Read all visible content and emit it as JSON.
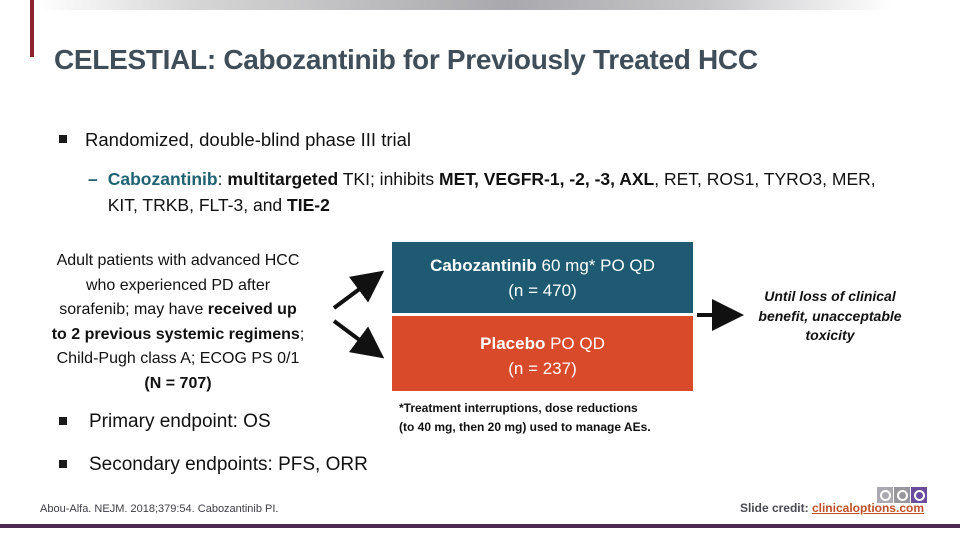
{
  "slide": {
    "title": "CELESTIAL: Cabozantinib for Previously Treated HCC",
    "bullet_design": "Randomized, double-blind phase III trial",
    "sub_bullet": {
      "dash": "–",
      "drug": "Cabozantinib",
      "colon": ": ",
      "bold1": "multitargeted",
      "reg1": " TKI; inhibits ",
      "bold2": "MET, VEGFR-1, -2, -3, AXL",
      "reg2": ", RET, ROS1, TYRO3, MER, KIT, TRKB, FLT-3, and ",
      "bold3": "TIE-2"
    },
    "patient_box": {
      "l1": "Adult patients with advanced HCC",
      "l2": "who experienced PD after",
      "l3_reg": "sorafenib; may have ",
      "l3_bold": "received up",
      "l4_bold": "to 2 previous systemic regimens",
      "l4_reg": ";",
      "l5": "Child-Pugh class A; ECOG PS 0/1",
      "l6": "(N = 707)"
    },
    "arms": {
      "cabozantinib": {
        "name": "Cabozantinib",
        "rest": " 60 mg* PO QD",
        "n": "(n = 470)",
        "color": "#1e5b73"
      },
      "placebo": {
        "name": "Placebo",
        "rest": " PO QD",
        "n": "(n = 237)",
        "color": "#d94a2b"
      }
    },
    "outcome_note": {
      "l1": "Until loss of clinical",
      "l2": "benefit, unacceptable",
      "l3": "toxicity"
    },
    "footnote": {
      "l1": "*Treatment interruptions, dose reductions",
      "l2": "(to 40 mg, then 20 mg) used to manage AEs."
    },
    "bullet_primary": "Primary endpoint: OS",
    "bullet_secondary": "Secondary endpoints: PFS, ORR",
    "footer": {
      "citation": "Abou-Alfa. NEJM. 2018;379:54. Cabozantinib PI.",
      "credit_label": "Slide credit: ",
      "credit_link": "clinicaloptions.com"
    },
    "colors": {
      "title_text": "#3f4e59",
      "teal_accent": "#1f6373",
      "arm_teal": "#1e5b73",
      "arm_orange": "#d94a2b",
      "red_accent_bar": "#8e2130",
      "bottom_line_purple": "#4f2a52",
      "link_orange": "#c0502a",
      "logo_purple": "#6a4c9f"
    }
  }
}
